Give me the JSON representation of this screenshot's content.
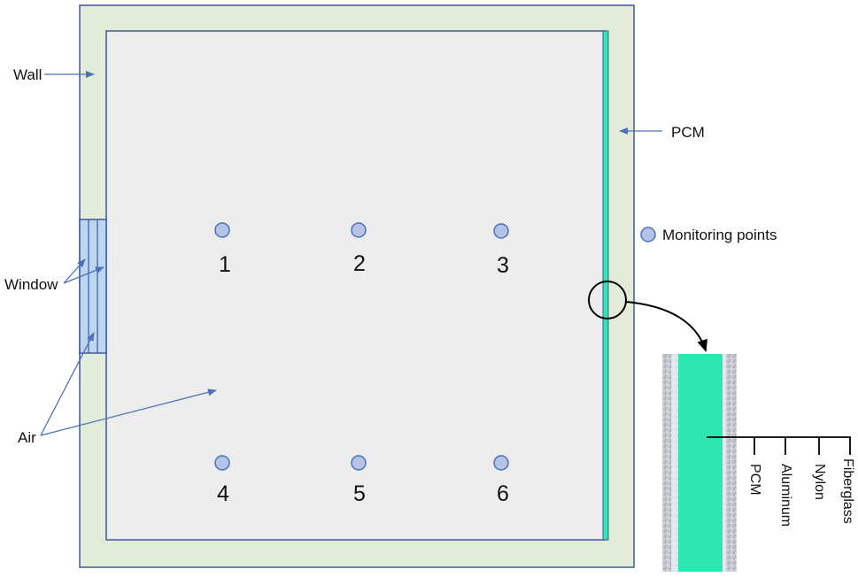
{
  "labels": {
    "wall": "Wall",
    "pcm": "PCM",
    "window": "Window",
    "air": "Air",
    "monitoring_legend": "Monitoring points"
  },
  "monitoring_points": [
    {
      "label": "1"
    },
    {
      "label": "2"
    },
    {
      "label": "3"
    },
    {
      "label": "4"
    },
    {
      "label": "5"
    },
    {
      "label": "6"
    }
  ],
  "layers": [
    {
      "label": "PCM"
    },
    {
      "label": "Aluminum"
    },
    {
      "label": "Nylon"
    },
    {
      "label": "Fiberglass"
    }
  ],
  "colors": {
    "wall_fill": "#e3ecd9",
    "room_fill": "#ededed",
    "outline": "#3d5a99",
    "pcm": "#2ee6b0",
    "point_fill": "#b4c3e6",
    "window_fill": "#bcd6f2",
    "arrow": "#4a72b8"
  }
}
